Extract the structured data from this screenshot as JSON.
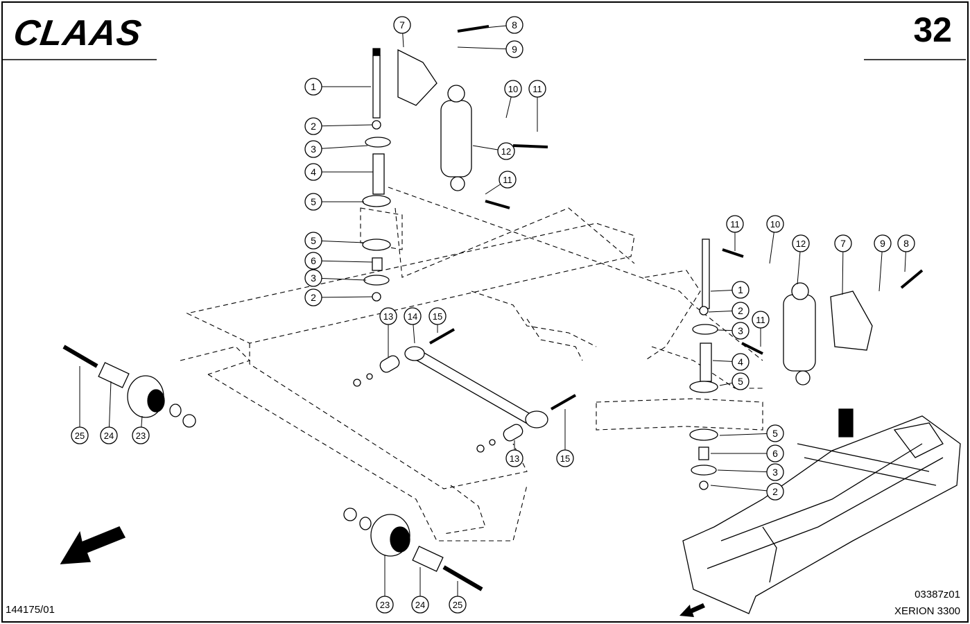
{
  "header": {
    "brand": "CLAAS",
    "page_number": "32"
  },
  "footer": {
    "drawing_id": "144175/01",
    "figure_code": "03387z01",
    "model": "XERION 3300"
  },
  "callouts": [
    {
      "n": "1"
    },
    {
      "n": "2"
    },
    {
      "n": "3"
    },
    {
      "n": "4"
    },
    {
      "n": "5"
    },
    {
      "n": "5"
    },
    {
      "n": "6"
    },
    {
      "n": "3"
    },
    {
      "n": "2"
    },
    {
      "n": "7"
    },
    {
      "n": "8"
    },
    {
      "n": "9"
    },
    {
      "n": "10"
    },
    {
      "n": "11"
    },
    {
      "n": "12"
    },
    {
      "n": "11"
    },
    {
      "n": "11"
    },
    {
      "n": "10"
    },
    {
      "n": "12"
    },
    {
      "n": "7"
    },
    {
      "n": "9"
    },
    {
      "n": "8"
    },
    {
      "n": "1"
    },
    {
      "n": "2"
    },
    {
      "n": "3"
    },
    {
      "n": "11"
    },
    {
      "n": "4"
    },
    {
      "n": "5"
    },
    {
      "n": "5"
    },
    {
      "n": "6"
    },
    {
      "n": "3"
    },
    {
      "n": "2"
    },
    {
      "n": "13"
    },
    {
      "n": "14"
    },
    {
      "n": "15"
    },
    {
      "n": "13"
    },
    {
      "n": "15"
    },
    {
      "n": "25"
    },
    {
      "n": "24"
    },
    {
      "n": "23"
    },
    {
      "n": "23"
    },
    {
      "n": "24"
    },
    {
      "n": "25"
    }
  ]
}
